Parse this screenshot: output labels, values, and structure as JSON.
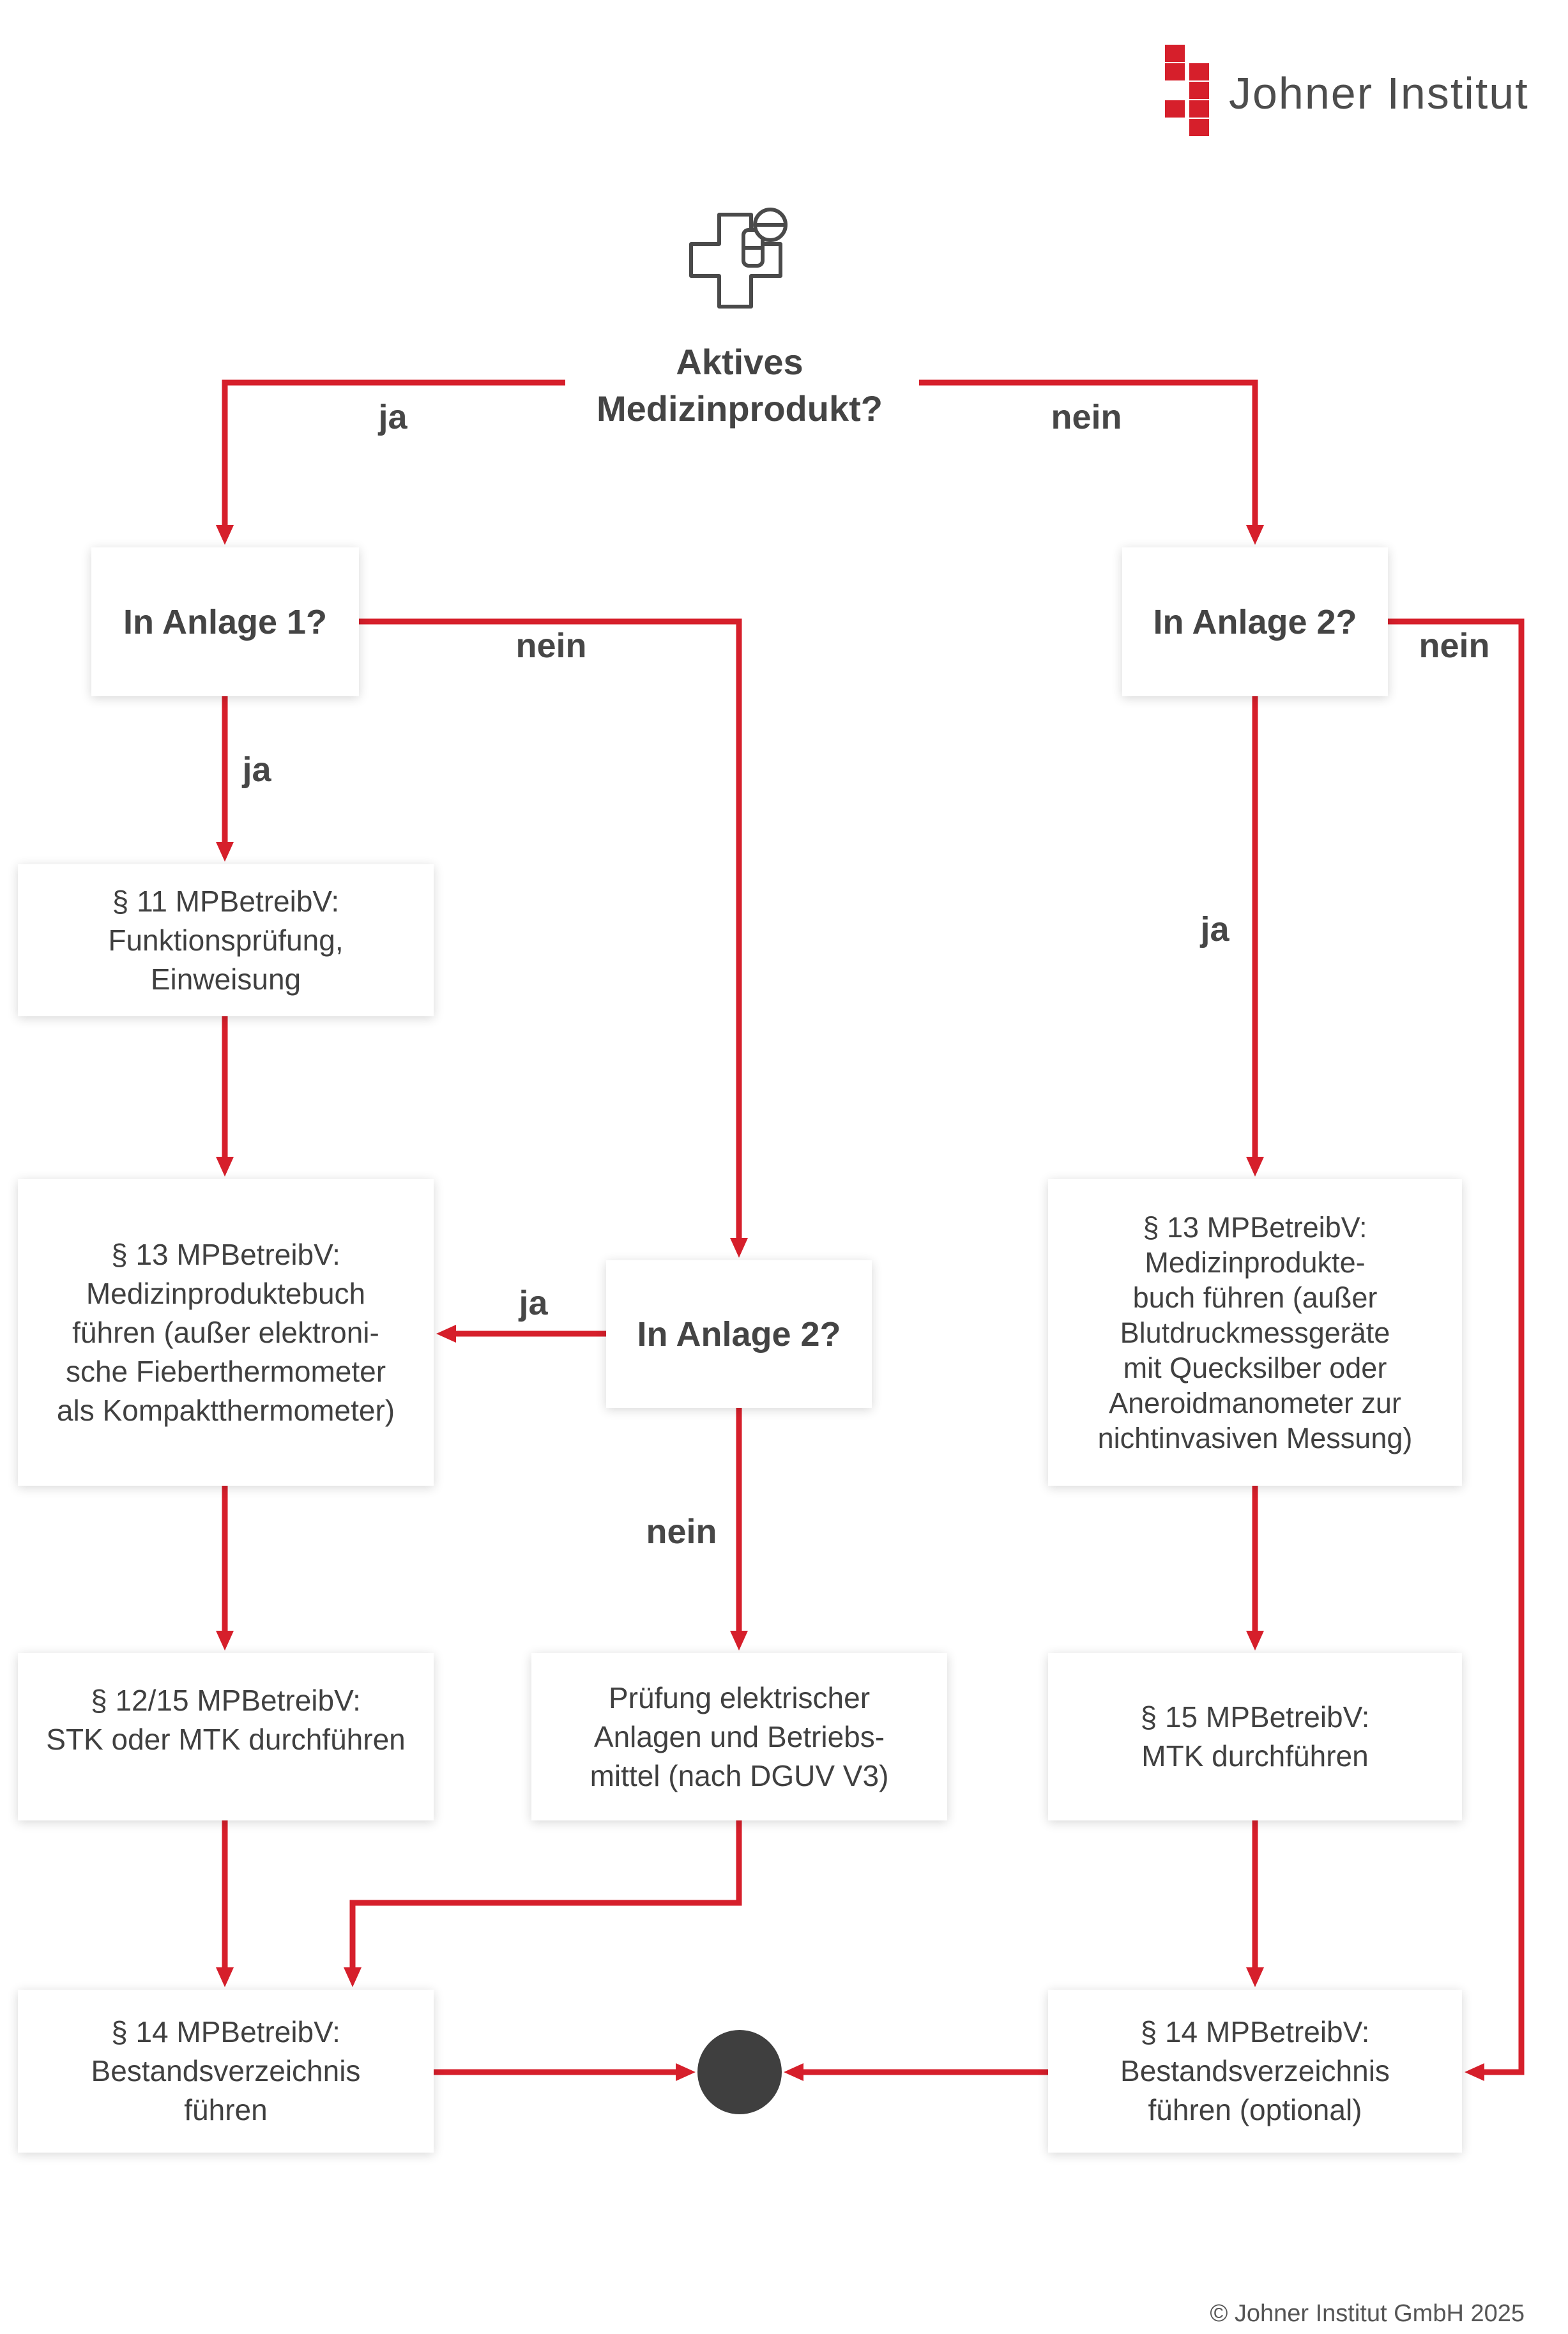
{
  "colors": {
    "accent": "#d61f2b",
    "text": "#404040",
    "label": "#474747",
    "end_node": "#3f3f3f",
    "background": "#ffffff"
  },
  "logo": {
    "mark_icon": "johner-square-mark-icon",
    "text": "Johner Institut"
  },
  "start": {
    "icon": "medical-cross-pill-icon",
    "question": "Aktives\nMedizinprodukt?"
  },
  "nodes": {
    "anlage1": "In Anlage 1?",
    "anlage2_right": "In Anlage 2?",
    "mpbetreibv_11": "§ 11 MPBetreibV:\nFunktionsprüfung,\nEinweisung",
    "mpbetreibv_13_left": "§ 13 MPBetreibV:\nMedizinproduktebuch\nführen (außer elektroni-\nsche Fieberthermometer\nals Kompaktthermometer)",
    "anlage2_center": "In Anlage 2?",
    "mpbetreibv_13_right": "§ 13 MPBetreibV:\nMedizinprodukte-\nbuch führen (außer\nBlutdruckmessgeräte\nmit Quecksilber oder\nAneroidmanometer zur\nnichtinvasiven Messung)",
    "mpbetreibv_12_15": "§ 12/15 MPBetreibV:\nSTK oder MTK durchführen",
    "pruefung_dguv": "Prüfung elektrischer\nAnlagen und Betriebs-\nmittel (nach DGUV V3)",
    "mpbetreibv_15": "§ 15 MPBetreibV:\nMTK durchführen",
    "mpbetreibv_14_left": "§ 14 MPBetreibV:\nBestandsverzeichnis\nführen",
    "mpbetreibv_14_right": "§ 14 MPBetreibV:\nBestandsverzeichnis\nführen (optional)"
  },
  "edge_labels": {
    "start_ja": "ja",
    "start_nein": "nein",
    "anlage1_ja": "ja",
    "anlage1_nein": "nein",
    "anlage2_right_ja": "ja",
    "anlage2_right_nein": "nein",
    "anlage2_center_ja": "ja",
    "anlage2_center_nein": "nein"
  },
  "footer": {
    "copyright": "© Johner Institut GmbH 2025"
  }
}
